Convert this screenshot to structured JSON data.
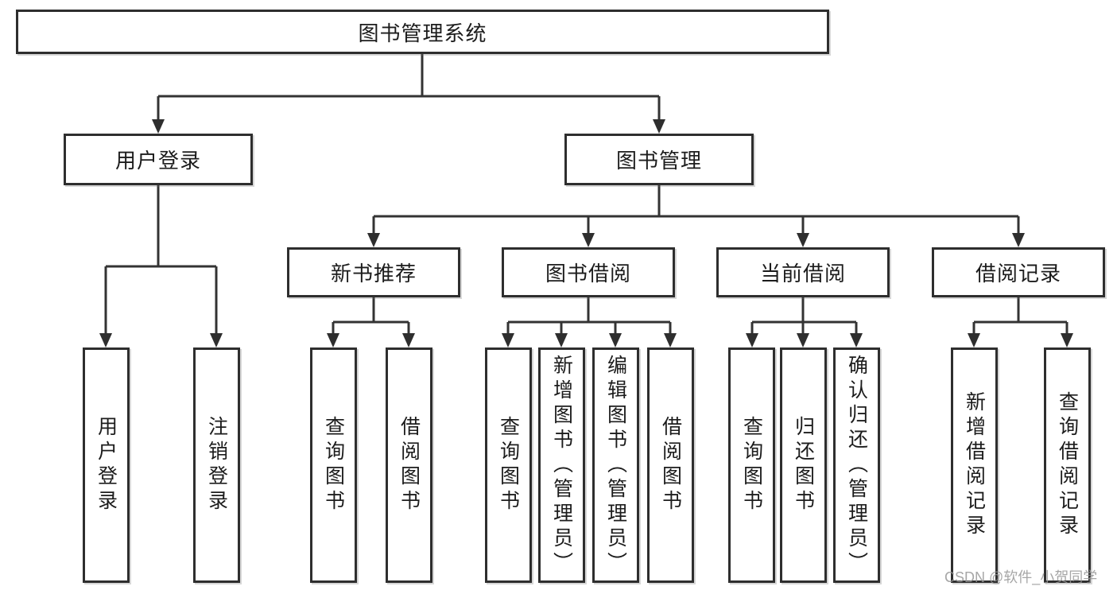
{
  "title": "图书管理系统",
  "watermark": "CSDN @软件_小贺同学",
  "colors": {
    "line": "#333333",
    "box_border": "#2e2e2e",
    "text": "#1c1c1c",
    "watermark": "#969696",
    "background": "#ffffff"
  },
  "nodes": {
    "level2": [
      {
        "label": "用户登录"
      },
      {
        "label": "图书管理"
      }
    ],
    "level3": [
      {
        "label": "新书推荐"
      },
      {
        "label": "图书借阅"
      },
      {
        "label": "当前借阅"
      },
      {
        "label": "借阅记录"
      }
    ],
    "leaves": {
      "user_login": [
        {
          "label": "用户登录"
        },
        {
          "label": "注销登录"
        }
      ],
      "new_book_recommendation": [
        {
          "label": "查询图书"
        },
        {
          "label": "借阅图书"
        }
      ],
      "book_borrowing": [
        {
          "label": "查询图书"
        },
        {
          "label": "新增图书（管理员）"
        },
        {
          "label": "编辑图书（管理员）"
        },
        {
          "label": "借阅图书"
        }
      ],
      "current_borrowing": [
        {
          "label": "查询图书"
        },
        {
          "label": "归还图书"
        },
        {
          "label": "确认归还（管理员）"
        }
      ],
      "borrowing_records": [
        {
          "label": "新增借阅记录"
        },
        {
          "label": "查询借阅记录"
        }
      ]
    }
  }
}
